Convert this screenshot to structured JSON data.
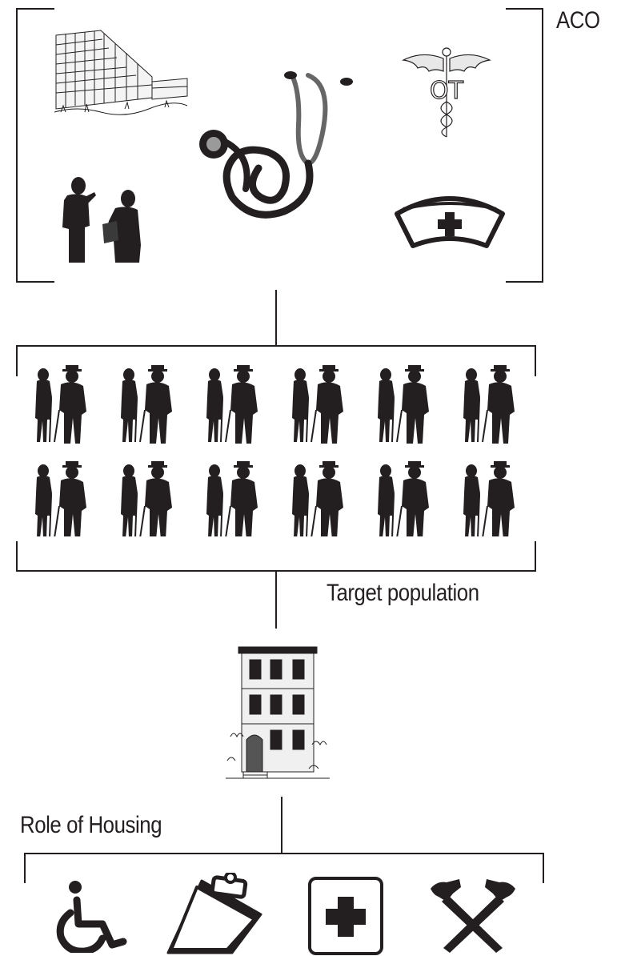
{
  "labels": {
    "aco": "ACO",
    "target_population": "Target population",
    "role_of_housing": "Role of Housing"
  },
  "icons": {
    "aco_group": [
      "hospital-building-icon",
      "stethoscope-icon",
      "caduceus-ot-icon",
      "doctor-patient-silhouette-icon",
      "nurse-cap-icon"
    ],
    "population": "elderly-couple-silhouette-icon",
    "housing": "rowhouse-building-icon",
    "housing_roles": [
      "wheelchair-accessibility-icon",
      "clipboard-icon",
      "first-aid-kit-icon",
      "crossed-hammers-icon"
    ]
  },
  "colors": {
    "ink": "#231f20",
    "background": "#ffffff"
  }
}
